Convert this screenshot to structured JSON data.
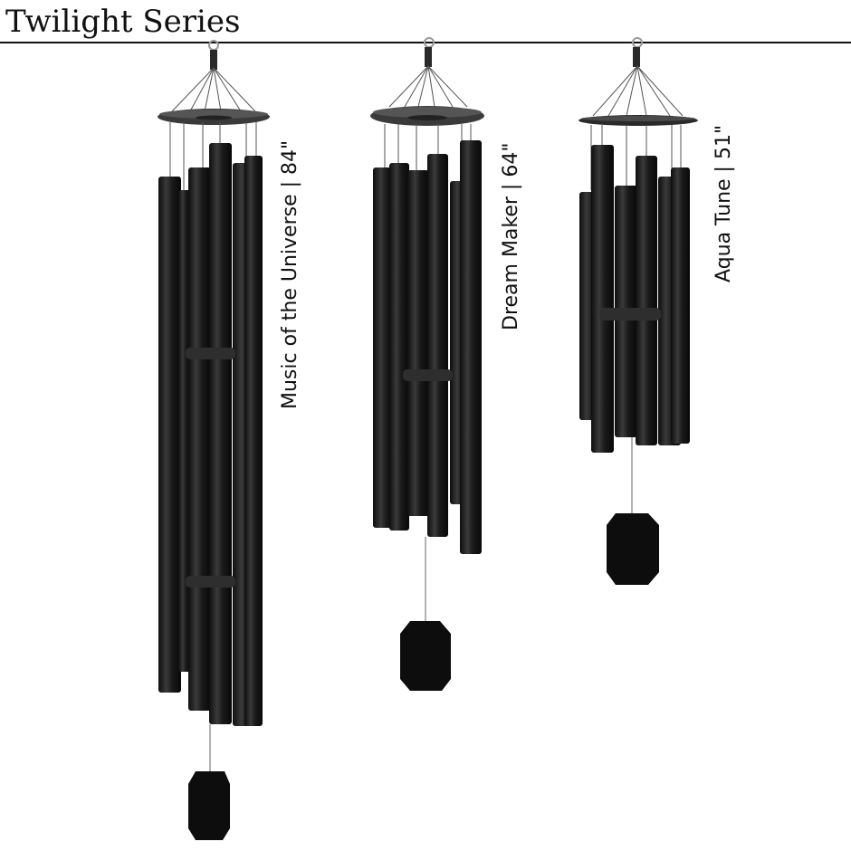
{
  "header": {
    "title": "Twilight Series"
  },
  "products": [
    {
      "name": "Music of the Universe",
      "size": "84\"",
      "label": "Music of the Universe | 84\""
    },
    {
      "name": "Dream Maker",
      "size": "64\"",
      "label": "Dream Maker | 64\""
    },
    {
      "name": "Aqua Tune",
      "size": "51\"",
      "label": "Aqua Tune | 51\""
    }
  ],
  "colors": {
    "tube": "#1c1c1c",
    "ring": "#3a3a3a",
    "background": "#ffffff",
    "text": "#111111"
  }
}
